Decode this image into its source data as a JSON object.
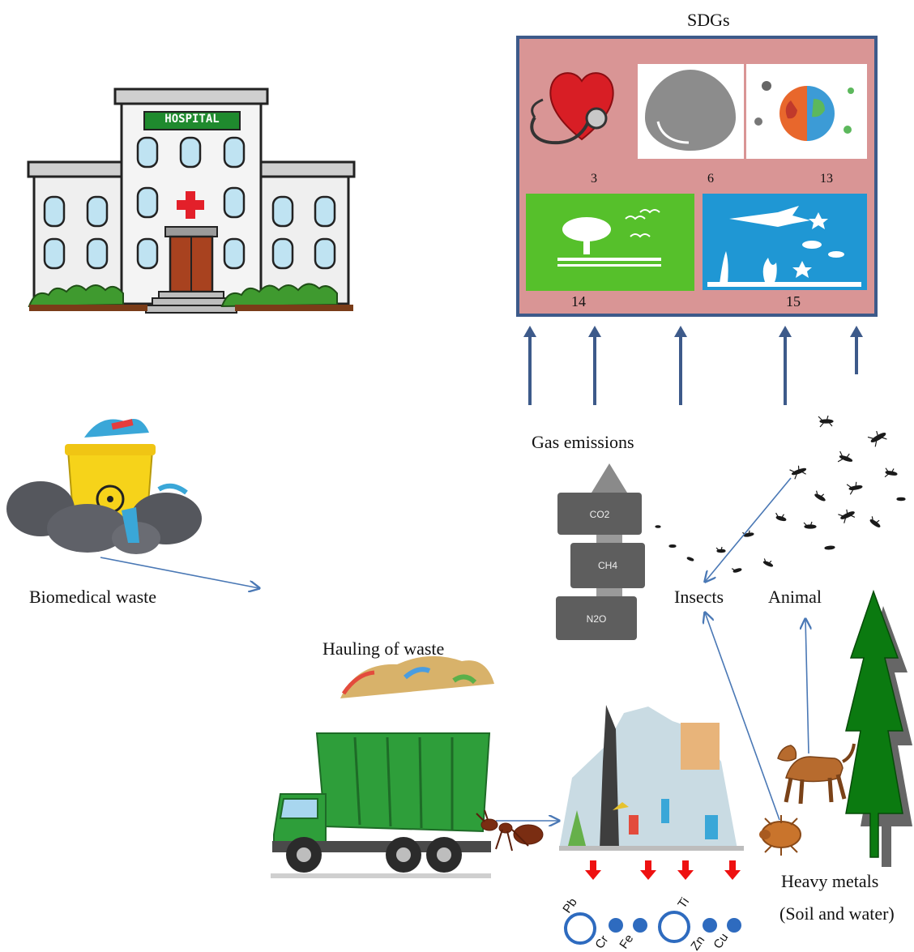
{
  "sdg_panel": {
    "title": "SDGs",
    "goals": [
      "3",
      "6",
      "13",
      "14",
      "15"
    ]
  },
  "hospital": {
    "sign": "HOSPITAL"
  },
  "labels": {
    "biomedical_waste": "Biomedical waste",
    "hauling": "Hauling of waste",
    "gas_emissions": "Gas emissions",
    "insects": "Insects",
    "animal": "Animal",
    "heavy_metals_1": "Heavy metals",
    "heavy_metals_2": "(Soil and water)"
  },
  "gases": [
    "CO2",
    "CH4",
    "N2O"
  ],
  "metals": [
    "Pb",
    "Ti",
    "Cr",
    "Fe",
    "Zn",
    "Cu"
  ],
  "colors": {
    "panel_bg": "#d99595",
    "panel_border": "#3d5a8a",
    "arrow": "#3d5a8a",
    "flow_arrow": "#4a78b5",
    "down_arrow": "#ee1111",
    "sdg14_green": "#56c02b",
    "sdg15_blue": "#1f97d4",
    "truck_green": "#2e9e3a",
    "tree_green": "#0b7a10",
    "gas_box": "#5e5e5e",
    "metal_circle": "#2e6bbf"
  }
}
